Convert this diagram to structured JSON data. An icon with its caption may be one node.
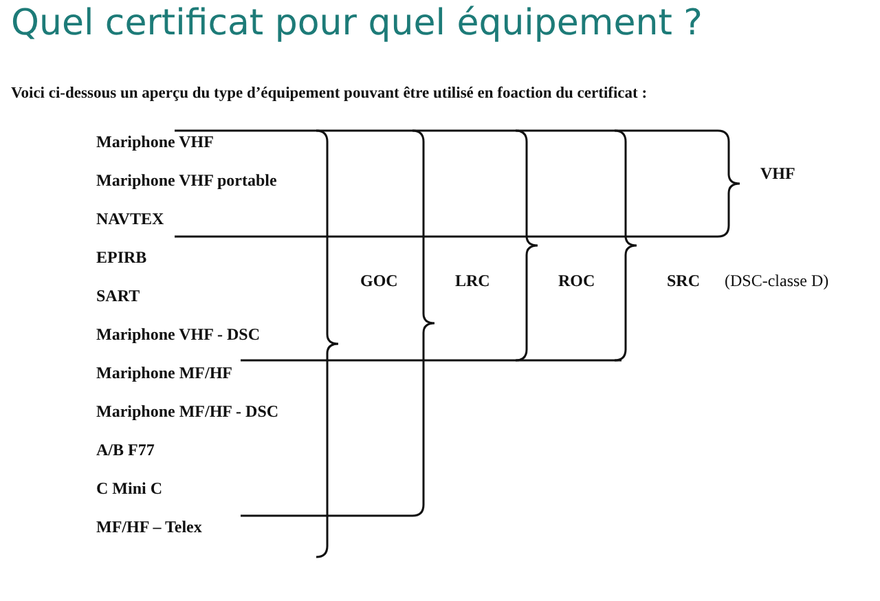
{
  "diagram": {
    "title": "Quel certificat pour quel équipement ?",
    "labels": [
      "Voici ci-dessous un aperçu du type d’équipement pouvant être utilisé en foaction du certificat :",
      "Mariphone VHF",
      "Mariphone VHF portable",
      "NAVTEX",
      "EPIRB",
      "SART",
      "Mariphone VHF - DSC",
      "Mariphone MF/HF",
      "Mariphone MF/HF - DSC",
      "A/B F77",
      "C Mini C",
      "MF/HF – Telex",
      "VHF",
      "GOC",
      "LRC",
      "ROC",
      "SRC",
      "(DSC-classe D)"
    ]
  }
}
